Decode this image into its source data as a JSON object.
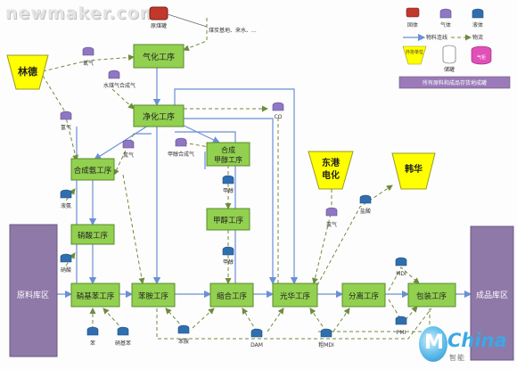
{
  "watermark": "newmaker.com",
  "logo": {
    "letter": "M",
    "word": "China",
    "sub": "智能"
  },
  "legend": {
    "solid": "固体",
    "gas": "气体",
    "liquid": "液体",
    "material_line": "物料连线",
    "logistics_line": "物流",
    "external_unit": "外协单位",
    "tank": "储罐",
    "gas_tank": "气柜",
    "storage_note": "所有原料和成品存货地成罐"
  },
  "boxes": {
    "gasify": "气化工序",
    "purify": "净化工序",
    "ammonia": "合成氨工序",
    "nitric": "硝酸工序",
    "nitrobenzene": "硝基苯工序",
    "aniline": "苯胺工序",
    "methanol_synth_1": "合成",
    "methanol_synth_2": "甲醇工序",
    "methanol_refine": "甲醇工序",
    "condense": "缩合工序",
    "phosgene": "光华工序",
    "separate": "分离工序",
    "package": "包装工序"
  },
  "warehouses": {
    "raw": "原料库区",
    "product": "成品库区"
  },
  "suppliers": {
    "linde": "林德",
    "donggang_1": "东港",
    "donggang_2": "电化",
    "hanhua": "韩华"
  },
  "notes": {
    "coal_source": "原煤罐",
    "coal_desc": "煤炭基地、来水、...",
    "oxygen": "氧气",
    "water_syngas": "水煤气合成气",
    "hydrogen": "氢气",
    "nitrogen": "氮气",
    "methanol_syngas": "甲醇合成气",
    "co": "CO",
    "crude_methanol": "甲醇",
    "methanol": "甲醇",
    "liquid_ammonia": "液氨",
    "nitric_acid": "硝酸",
    "benzene": "苯",
    "nitrobenzene_out": "硝基苯",
    "aniline_out": "苯胺",
    "dam": "DAM",
    "crude_mdi": "粗MDI",
    "chlorine": "氯气",
    "hcl": "盐酸",
    "mdi": "MDI",
    "pmi": "PMI"
  },
  "colors": {
    "green": "#92d050",
    "yellow": "#ffff00",
    "purple": "#8e79a8",
    "legend_box": "#9a7ab8",
    "gas": "#8f77c4",
    "liquid": "#2f6fb0",
    "solid": "#c0392b",
    "arrow_blue": "#6a8fd6",
    "arrow_dash": "#6e8b3d"
  }
}
